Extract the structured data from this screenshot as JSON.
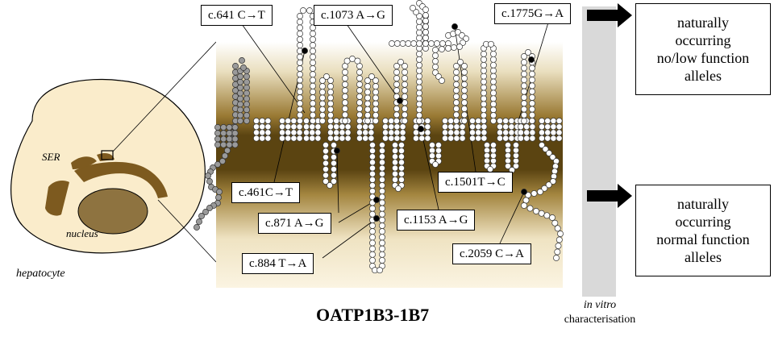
{
  "diagram": {
    "title": "OATP1B3-1B7",
    "cell": {
      "label": "hepatocyte",
      "organelle": "SER",
      "nucleus_label": "nucleus"
    },
    "variants": [
      {
        "id": "v641",
        "text": "c.641 C→T"
      },
      {
        "id": "v1073",
        "text": "c.1073 A→G"
      },
      {
        "id": "v1775",
        "text": "c.1775G→A"
      },
      {
        "id": "v461",
        "text": "c.461C→T"
      },
      {
        "id": "v871",
        "text": "c.871 A→G"
      },
      {
        "id": "v884",
        "text": "c.884 T→A"
      },
      {
        "id": "v1153",
        "text": "c.1153 A→G"
      },
      {
        "id": "v1501",
        "text": "c.1501T→C"
      },
      {
        "id": "v2059",
        "text": "c.2059 C→A"
      }
    ],
    "characterisation": {
      "line1": "in vitro",
      "line2": "characterisation"
    },
    "outcomes": {
      "top": {
        "lines": [
          "naturally",
          "occurring",
          "no/low function",
          "alleles"
        ]
      },
      "bottom": {
        "lines": [
          "naturally",
          "occurring",
          "normal function",
          "alleles"
        ]
      }
    },
    "colors": {
      "membrane_dark": "#5b4411",
      "membrane_light": "#fbf3dc",
      "cell_fill": "#faeccb",
      "er_fill": "#7d5a1f",
      "nucleus_fill": "#8e7340"
    }
  }
}
